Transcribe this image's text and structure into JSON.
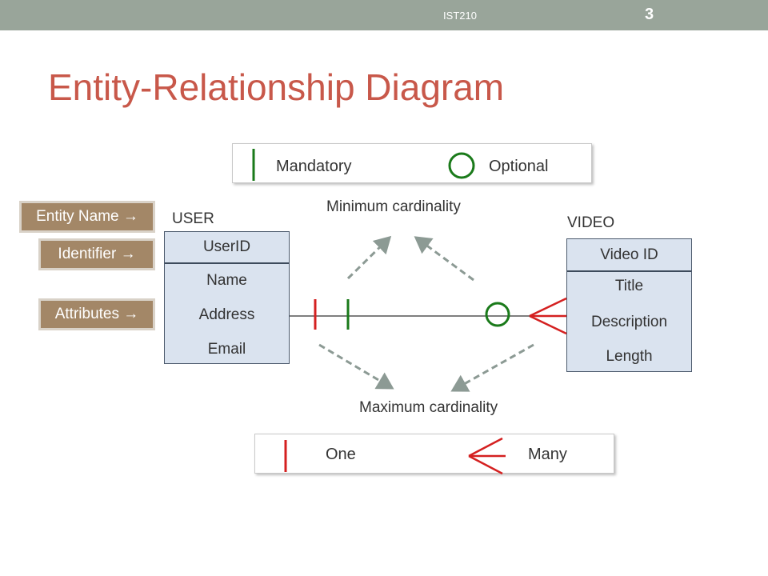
{
  "header": {
    "course": "IST210",
    "page_number": "3"
  },
  "title": "Entity-Relationship Diagram",
  "side_labels": {
    "entity_name": "Entity Name →",
    "identifier": "Identifier →",
    "attributes": "Attributes →"
  },
  "user_entity": {
    "name": "USER",
    "identifier": "UserID",
    "attributes": [
      "Name",
      "Address",
      "Email"
    ]
  },
  "video_entity": {
    "name": "VIDEO",
    "identifier": "Video ID",
    "attributes": [
      "Title",
      "Description",
      "Length"
    ]
  },
  "min_legend": {
    "mandatory": "Mandatory",
    "optional": "Optional"
  },
  "max_legend": {
    "one": "One",
    "many": "Many"
  },
  "captions": {
    "minimum": "Minimum cardinality",
    "maximum": "Maximum cardinality"
  },
  "colors": {
    "title": "#c8584a",
    "header_bar": "#99a59a",
    "label_box": "#a38767",
    "entity_fill": "#dae3ef",
    "mandatory": "#1a7a1a",
    "one_many": "#d42020",
    "arrow": "#8c9a94"
  }
}
